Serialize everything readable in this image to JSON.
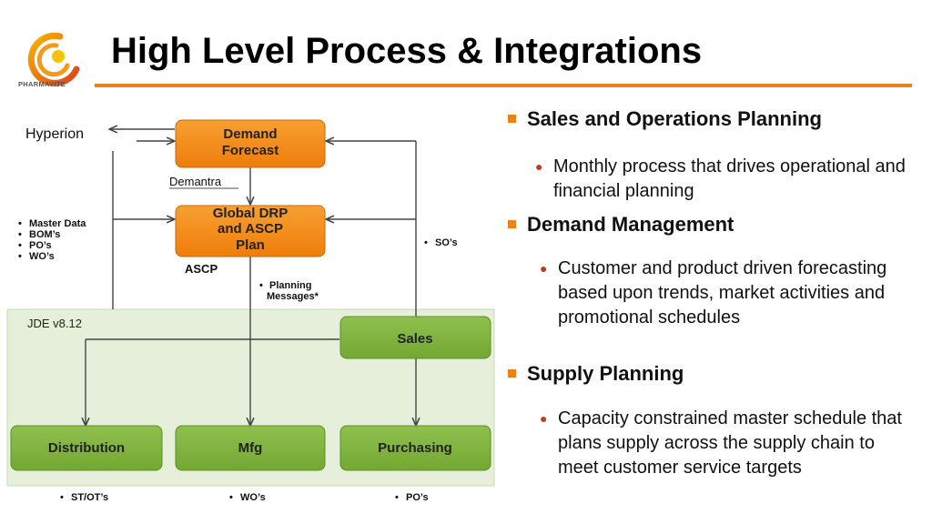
{
  "slide": {
    "title": "High Level Process & Integrations",
    "logo_text": "PHARMAVITE"
  },
  "diagram": {
    "boxes": {
      "demand_forecast": [
        "Demand",
        "Forecast"
      ],
      "global_drp": [
        "Global DRP",
        "and ASCP",
        "Plan"
      ],
      "sales": "Sales",
      "distribution": "Distribution",
      "mfg": "Mfg",
      "purchasing": "Purchasing"
    },
    "labels": {
      "hyperion": "Hyperion",
      "demantra": "Demantra",
      "ascp": "ASCP",
      "jde": "JDE v8.12"
    },
    "left_list": [
      "Master Data",
      "BOM’s",
      "PO’s",
      "WO’s"
    ],
    "planning_messages": [
      "Planning",
      "Messages*"
    ],
    "sos": "SO’s",
    "bottom": {
      "distribution": "ST/OT’s",
      "mfg": "WO’s",
      "purchasing": "PO’s"
    },
    "colors": {
      "orange_box": "#f28a16",
      "green_box": "#80b53e",
      "jde_background": "#e6efd9"
    }
  },
  "sections": [
    {
      "heading": "Sales and Operations Planning",
      "bullets": [
        "Monthly process that drives operational and financial planning"
      ]
    },
    {
      "heading": "Demand Management",
      "bullets": [
        "Customer and product driven forecasting based upon trends, market activities and promotional schedules"
      ]
    },
    {
      "heading": "Supply Planning",
      "bullets": [
        "Capacity constrained master schedule that plans supply across the supply chain to meet customer service targets"
      ]
    }
  ]
}
